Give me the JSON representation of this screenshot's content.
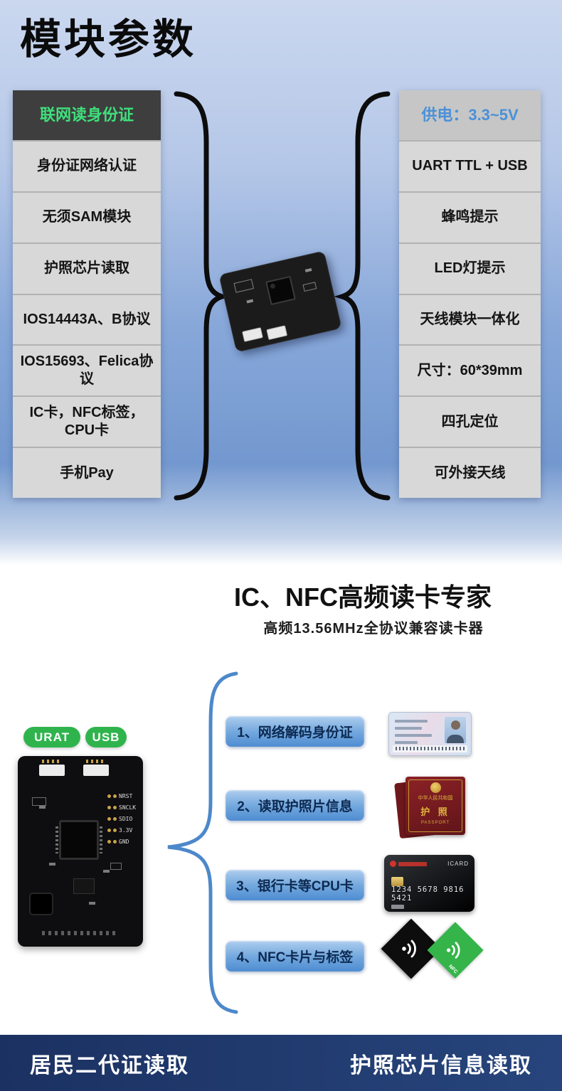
{
  "top": {
    "title": "模块参数",
    "left_features": [
      "联网读身份证",
      "身份证网络认证",
      "无须SAM模块",
      "护照芯片读取",
      "IOS14443A、B协议",
      "IOS15693、Felica协议",
      "IC卡，NFC标签，CPU卡",
      "手机Pay"
    ],
    "right_features": [
      "供电：3.3~5V",
      "UART TTL + USB",
      "蜂鸣提示",
      "LED灯提示",
      "天线模块一体化",
      "尺寸：60*39mm",
      "四孔定位",
      "可外接天线"
    ]
  },
  "bottom": {
    "title": "IC、NFC高频读卡专家",
    "subtitle": "高频13.56MHz全协议兼容读卡器",
    "port_labels": [
      "URAT",
      "USB"
    ],
    "pcb_pin_labels": [
      "NRST",
      "SNCLK",
      "SDIO",
      "3.3V",
      "GND"
    ],
    "items": [
      "1、网络解码身份证",
      "2、读取护照片信息",
      "3、银行卡等CPU卡",
      "4、NFC卡片与标签"
    ],
    "passport": {
      "country": "中华人民共和国",
      "title": "护 照",
      "subtitle": "PASSPORT"
    },
    "bank_card": {
      "brand": "ICARD",
      "number": "1234 5678 9816 5421"
    },
    "nfc_label": "NFC"
  },
  "footer": {
    "left": "居民二代证读取",
    "right": "护照芯片信息读取"
  },
  "colors": {
    "highlight_green": "#3fe07c",
    "highlight_blue": "#4a90d8",
    "pill_green": "#2fb44d",
    "bar_blue": "#4e8cd1",
    "footer_bg": "#1b3162"
  }
}
